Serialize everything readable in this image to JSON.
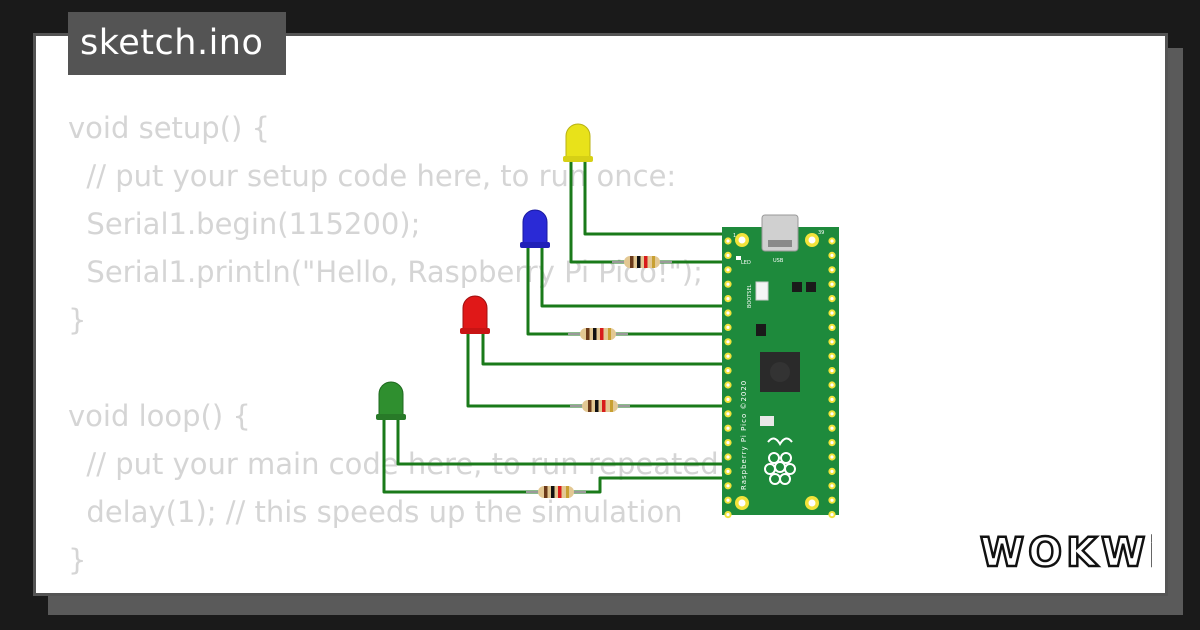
{
  "file_tab": {
    "name": "sketch.ino"
  },
  "code": {
    "lines": [
      "void setup() {",
      "  // put your setup code here, to run once:",
      "  Serial1.begin(115200);",
      "  Serial1.println(\"Hello, Raspberry Pi Pico!\");",
      "}",
      "",
      "void loop() {",
      "  // put your main code here, to run repeatedly:",
      "  delay(1); // this speeds up the simulation",
      "}"
    ]
  },
  "board": {
    "silkscreen": "Raspberry Pi Pico ©2020",
    "bootsel_label": "BOOTSEL",
    "led_label": "LED",
    "usb_label": "USB",
    "pin1_label": "1",
    "pin39_label": "39"
  },
  "parts": {
    "leds": [
      {
        "name": "yellow",
        "color": "#e8e21a"
      },
      {
        "name": "blue",
        "color": "#2a2ad6"
      },
      {
        "name": "red",
        "color": "#e01818"
      },
      {
        "name": "green",
        "color": "#2f8f2f"
      }
    ],
    "wire_color": "#1a7a1a",
    "board_color": "#1e8a3c"
  },
  "brand": {
    "logo": "WOKWi"
  }
}
